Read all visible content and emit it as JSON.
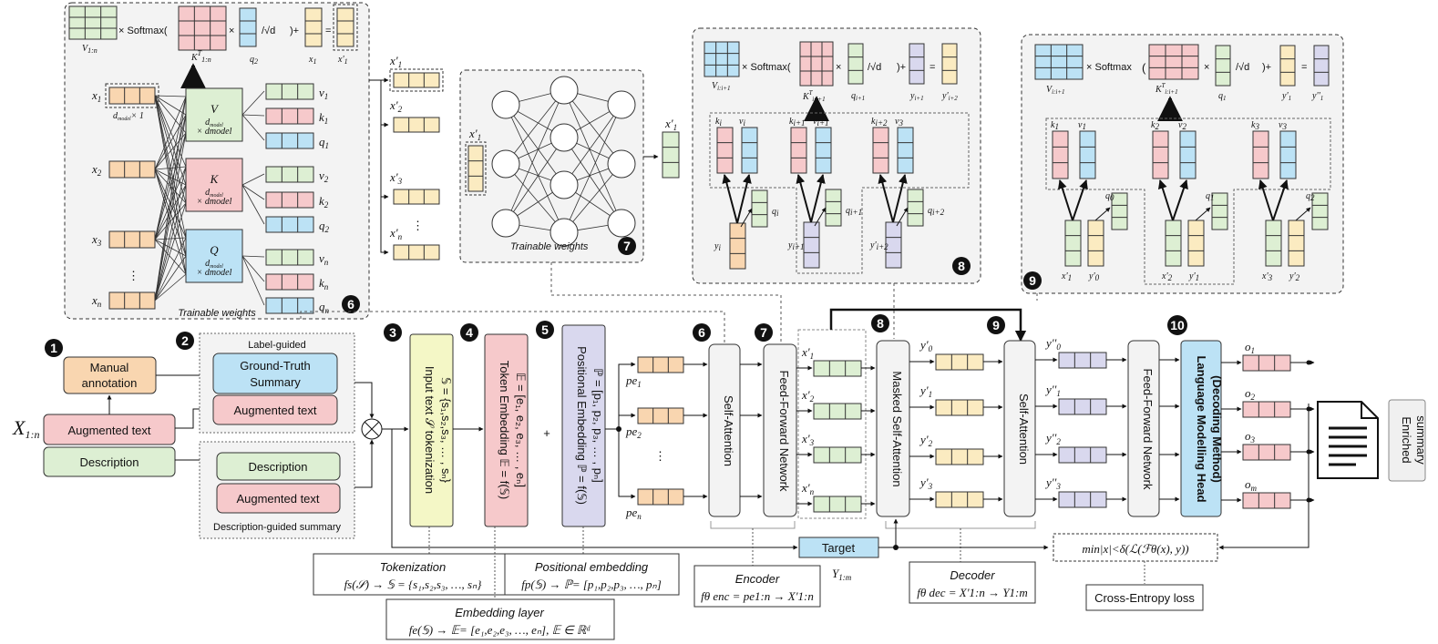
{
  "colors": {
    "green": "#DDEFD3",
    "pink": "#F6C9CB",
    "blue": "#BCE2F5",
    "yellow": "#FBEBC1",
    "lavender": "#D9D8EE",
    "orange": "#F9D6B0",
    "limeyellow": "#F4F7C6",
    "panel": "#F3F3F3",
    "badge": "#111111"
  },
  "attention_panel": {
    "formula_times": "× Softmax(",
    "formula_V": "V",
    "formula_V_sub": "1:n",
    "formula_KT": "K",
    "formula_KT_sup": "T",
    "formula_KT_sub": "1:n",
    "formula_q": "q",
    "formula_q_sub": "2",
    "formula_times2": "×",
    "formula_sqrt": "/√d",
    "formula_plus": ")+",
    "formula_x": "x",
    "formula_x_sub": "1",
    "formula_eq": "=",
    "formula_xp": "x'",
    "formula_xp_sub": "1",
    "inputs": [
      "x",
      "x",
      "x",
      "x"
    ],
    "input_subs": [
      "1",
      "2",
      "3",
      "n"
    ],
    "dmodel_note": "d",
    "dmodel_note_sub": "model",
    "dmodel_note_tail": "× 1",
    "dots": "⋮",
    "matrices": [
      {
        "letter": "V",
        "sub": "model",
        "d": "d",
        "tail": "× dmodel"
      },
      {
        "letter": "K",
        "sub": "model",
        "d": "d",
        "tail": "× dmodel"
      },
      {
        "letter": "Q",
        "sub": "model",
        "d": "d",
        "tail": "× dmodel"
      }
    ],
    "outputs": [
      "v",
      "k",
      "q",
      "v",
      "k",
      "q",
      "v",
      "k",
      "q"
    ],
    "output_subs": [
      "1",
      "1",
      "1",
      "2",
      "2",
      "2",
      "n",
      "n",
      "n"
    ],
    "caption": "Trainable weights",
    "badge": "6"
  },
  "ffn_panel": {
    "inputs": [
      "x'",
      "x'",
      "x'",
      "x'"
    ],
    "input_subs": [
      "1",
      "2",
      "3",
      "n"
    ],
    "dots": "⋮",
    "inner_label": "x'",
    "inner_label_sub": "1",
    "caption": "Trainable weights",
    "badge": "7",
    "output_label": "x'",
    "output_label_sub": "1"
  },
  "masked_panel": {
    "V": "V",
    "V_sub": "i:i+1",
    "times": "× Softmax(",
    "KT": "K",
    "KT_sup": "T",
    "KT_sub": "i:i+1",
    "times2": "×",
    "q": "q",
    "q_sub": "i+1",
    "sqrt": "/√d",
    "plus": ")+",
    "y": "y",
    "y_sub": "i+1",
    "eq": "=",
    "yp": "y'",
    "yp_sub": "i+2",
    "k_labels": [
      "k",
      "k",
      "k"
    ],
    "k_subs": [
      "i",
      "i+1",
      "i+2"
    ],
    "v_labels": [
      "v",
      "v",
      "v"
    ],
    "v_subs": [
      "i",
      "i+1",
      "3"
    ],
    "q_labels": [
      "q",
      "q",
      "q"
    ],
    "q_subs": [
      "i",
      "i+1",
      "i+2"
    ],
    "y_labels": [
      "y",
      "y",
      "y'"
    ],
    "y_subs": [
      "i",
      "i+1",
      "i+2"
    ],
    "badge": "8"
  },
  "cross_panel": {
    "V": "V",
    "V_sub": "i:i+1",
    "times": "× Softmax",
    "paren": "(",
    "KT": "K",
    "KT_sup": "T",
    "KT_sub": "i:i+1",
    "times2": "×",
    "q": "q",
    "q_sub": "1",
    "sqrt": "/√d",
    "plus": ")+",
    "y": "y'",
    "y_sub": "1",
    "eq": "=",
    "yp": "y''",
    "yp_sub": "1",
    "k_labels": [
      "k",
      "k",
      "k"
    ],
    "k_subs": [
      "1",
      "2",
      "3"
    ],
    "v_labels": [
      "v",
      "v",
      "v"
    ],
    "v_subs": [
      "1",
      "2",
      "3"
    ],
    "q_labels": [
      "q",
      "q",
      "q"
    ],
    "q_subs": [
      "0",
      "1",
      "2"
    ],
    "x_labels": [
      "x'",
      "x'",
      "x'"
    ],
    "x_subs": [
      "1",
      "2",
      "3"
    ],
    "y_labels": [
      "y'",
      "y'",
      "y'"
    ],
    "y_subs": [
      "0",
      "1",
      "2"
    ],
    "badge": "9"
  },
  "pipeline": {
    "badge1": "1",
    "badge2": "2",
    "badge3": "3",
    "badge4": "4",
    "badge5": "5",
    "badge6": "6",
    "badge7": "7",
    "badge8": "8",
    "badge9": "9",
    "badge10": "10",
    "X": "X",
    "X_sub": "1:n",
    "manual": [
      "Manual",
      "annotation"
    ],
    "augmented": "Augmented text",
    "description": "Description",
    "label_guided": "Label-guided",
    "ground_truth": [
      "Ground-Truth",
      "Summary"
    ],
    "augmented2": "Augmented text",
    "description2": "Description",
    "augmented3": "Augmented text",
    "description_guided": "Description-guided summary",
    "tokenization_box": [
      "Input text 𝒮 tokenization",
      "𝕊 = {s₁,s₂,s₃, … , sₙ}"
    ],
    "token_emb_box": [
      "Token Embedding 𝔼 = f(𝕊)",
      "𝔼 = [e₁, e₂, e₃, … , eₙ]"
    ],
    "pos_emb_box": [
      "Positional Embedding ℙ = f(𝕊)",
      "ℙ = [p₁, p₂, p₃, … , pₙ]"
    ],
    "plus": "+",
    "pe_labels": [
      "pe",
      "pe",
      "pe"
    ],
    "pe_subs": [
      "1",
      "2",
      "n"
    ],
    "dots": "⋮",
    "self_attention": "Self-Attention",
    "ffn": "Feed-Forward Network",
    "x_labels": [
      "x'",
      "x'",
      "x'",
      "x'"
    ],
    "x_subs": [
      "1",
      "2",
      "3",
      "n"
    ],
    "masked_sa": "Masked Self-Attention",
    "y_labels": [
      "y'",
      "y'",
      "y'",
      "y'"
    ],
    "y_subs": [
      "0",
      "1",
      "2",
      "3"
    ],
    "self_attention2": "Self-Attention",
    "y2_labels": [
      "y''",
      "y''",
      "y''",
      "y''"
    ],
    "y2_subs": [
      "0",
      "1",
      "2",
      "3"
    ],
    "ffn2": "Feed-Forward Network",
    "lm_head": [
      "Language Modelling  Head",
      "(Decoding Method)"
    ],
    "o_labels": [
      "o",
      "o",
      "o",
      "o"
    ],
    "o_subs": [
      "1",
      "2",
      "3",
      "m"
    ],
    "enriched": [
      "Enriched",
      "summary"
    ],
    "target": "Target",
    "Y": "Y",
    "Y_sub": "1:m",
    "loss": "min|x|<δ(ℒ(ℱθ(x), y))",
    "cross_entropy": "Cross-Entropy loss",
    "tokenization_caption": "Tokenization",
    "tokenization_formula": "fs(𝒮) → 𝕊 = {s₁,s₂,s₃, …, sₙ}",
    "embedding_caption": "Embedding layer",
    "embedding_formula": "fe(𝕊) → 𝔼= [e₁,e₂,e₃, …, eₙ], 𝔼 ∈ ℝᵈ",
    "positional_caption": "Positional embedding",
    "positional_formula": "fp(𝕊) → ℙ= [p₁,p₂,p₃, …, pₙ]",
    "encoder_caption": "Encoder",
    "encoder_formula": "fθ enc = pe1:n → X'1:n",
    "decoder_caption": "Decoder",
    "decoder_formula": "fθ dec = X'1:n → Y1:m"
  }
}
